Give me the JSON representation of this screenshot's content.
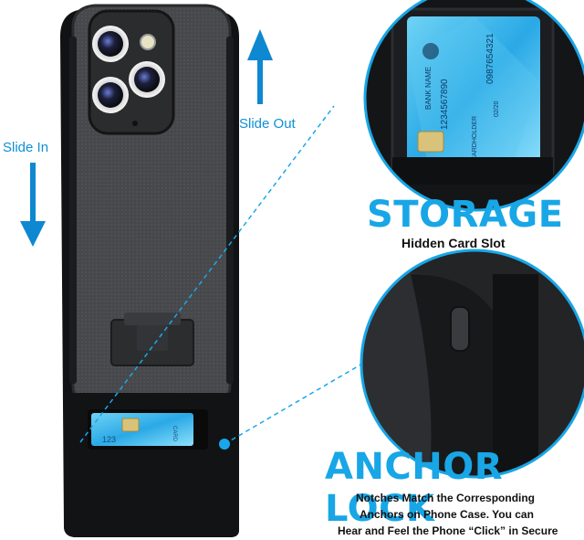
{
  "labels": {
    "slide_out": "Slide Out",
    "slide_in": "Slide In"
  },
  "card": {
    "bank_name": "BANK NAME",
    "number_a": "1234567890",
    "number_b": "0987654321",
    "valid": "02/20",
    "holder": "CARDHOLDER",
    "peek_digits": "123",
    "peek_holder": "CARD"
  },
  "storage": {
    "title": "STORAGE",
    "subtitle": "Hidden Card Slot"
  },
  "anchor": {
    "title": "ANCHOR LOCK",
    "line1": "Notches Match the Corresponding",
    "line2": "Anchors on Phone Case.  You can",
    "line3": "Hear and Feel the Phone “Click” in Secure"
  },
  "colors": {
    "accent": "#18a6e6",
    "arrow": "#0e88d0",
    "phone": "#3a3b3d",
    "holster": "#111214"
  }
}
